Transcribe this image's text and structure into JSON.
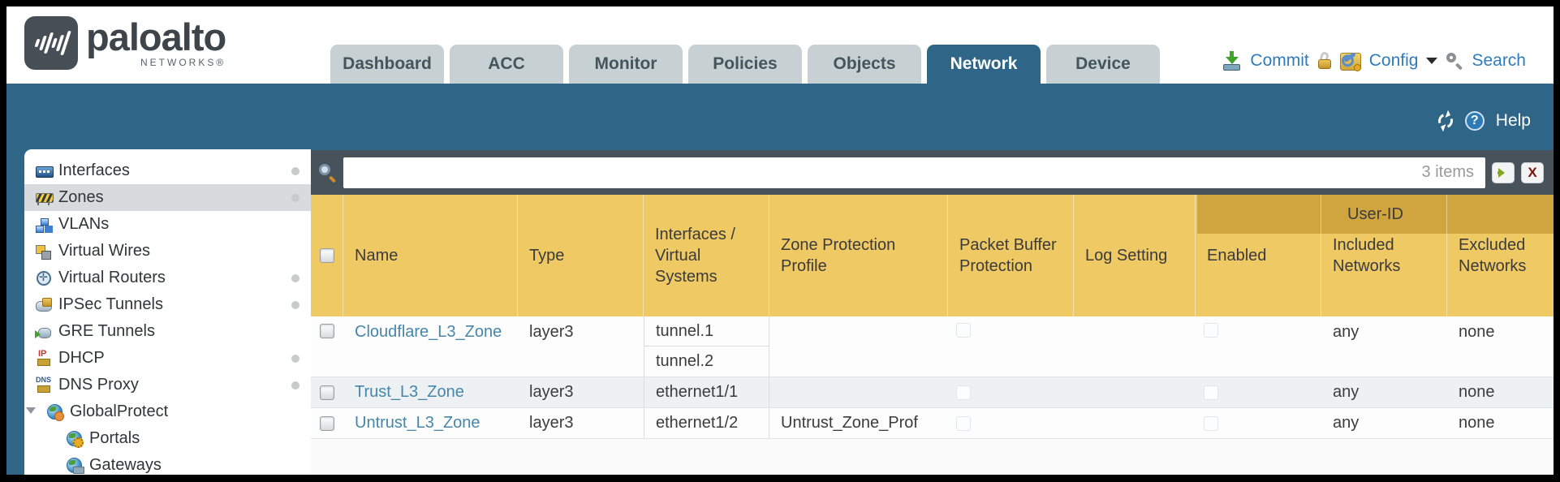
{
  "header": {
    "logo": {
      "brand": "paloalto",
      "sub": "NETWORKS®"
    },
    "tabs": [
      {
        "label": "Dashboard"
      },
      {
        "label": "ACC"
      },
      {
        "label": "Monitor"
      },
      {
        "label": "Policies"
      },
      {
        "label": "Objects"
      },
      {
        "label": "Network",
        "active": true
      },
      {
        "label": "Device"
      }
    ],
    "actions": {
      "commit": "Commit",
      "config": "Config",
      "search": "Search"
    },
    "icons": [
      "commit-download-icon",
      "lock-icon",
      "config-folder-wrench-icon",
      "caret-down-icon",
      "search-magnifier-icon"
    ]
  },
  "banner": {
    "icons": [
      "refresh-icon",
      "help-icon"
    ],
    "help_label": "Help"
  },
  "sidebar": {
    "items": [
      {
        "label": "Interfaces",
        "icon": "interfaces-icon",
        "has_dot": true
      },
      {
        "label": "Zones",
        "icon": "zones-icon",
        "has_dot": true,
        "selected": true
      },
      {
        "label": "VLANs",
        "icon": "vlans-icon"
      },
      {
        "label": "Virtual Wires",
        "icon": "virtual-wires-icon"
      },
      {
        "label": "Virtual Routers",
        "icon": "virtual-routers-icon",
        "has_dot": true
      },
      {
        "label": "IPSec Tunnels",
        "icon": "ipsec-tunnels-icon",
        "has_dot": true
      },
      {
        "label": "GRE Tunnels",
        "icon": "gre-tunnels-icon"
      },
      {
        "label": "DHCP",
        "icon": "dhcp-icon",
        "has_dot": true
      },
      {
        "label": "DNS Proxy",
        "icon": "dns-proxy-icon",
        "has_dot": true
      },
      {
        "label": "GlobalProtect",
        "icon": "globalprotect-globe-icon",
        "expanded": true
      },
      {
        "label": "Portals",
        "icon": "portals-globe-icon",
        "child": true
      },
      {
        "label": "Gateways",
        "icon": "gateways-globe-icon",
        "child": true
      }
    ]
  },
  "toolbar": {
    "items_count": "3 items",
    "filter_value": "",
    "icons": [
      "filter-magnifier-icon",
      "apply-filter-arrow-icon",
      "clear-filter-x-icon"
    ]
  },
  "table": {
    "group_header": "User-ID",
    "columns": [
      "Name",
      "Type",
      "Interfaces / Virtual Systems",
      "Zone Protection Profile",
      "Packet Buffer Protection",
      "Log Setting",
      "Enabled",
      "Included Networks",
      "Excluded Networks"
    ],
    "rows": [
      {
        "name": "Cloudflare_L3_Zone",
        "type": "layer3",
        "interfaces": [
          "tunnel.1",
          "tunnel.2"
        ],
        "zone_protection_profile": "",
        "log_setting": "",
        "packet_buffer_protection_checked": false,
        "user_id_enabled_checked": false,
        "included_networks": "any",
        "excluded_networks": "none"
      },
      {
        "name": "Trust_L3_Zone",
        "type": "layer3",
        "interfaces": [
          "ethernet1/1"
        ],
        "zone_protection_profile": "",
        "log_setting": "",
        "packet_buffer_protection_checked": false,
        "user_id_enabled_checked": false,
        "included_networks": "any",
        "excluded_networks": "none"
      },
      {
        "name": "Untrust_L3_Zone",
        "type": "layer3",
        "interfaces": [
          "ethernet1/2"
        ],
        "zone_protection_profile": "Untrust_Zone_Prof",
        "log_setting": "",
        "packet_buffer_protection_checked": false,
        "user_id_enabled_checked": false,
        "included_networks": "any",
        "excluded_networks": "none"
      }
    ]
  },
  "colors": {
    "teal_band": "#2f6687",
    "slate_filter_bar": "#47525a",
    "table_header_gold": "#eec964",
    "user_id_band_gold": "#d0a43e",
    "link_blue": "#2e7bbd",
    "zone_link_blue": "#4687a9",
    "go_green": "#7fa91e",
    "clear_red": "#7c150c",
    "selected_item_bg": "#d7dbde"
  }
}
